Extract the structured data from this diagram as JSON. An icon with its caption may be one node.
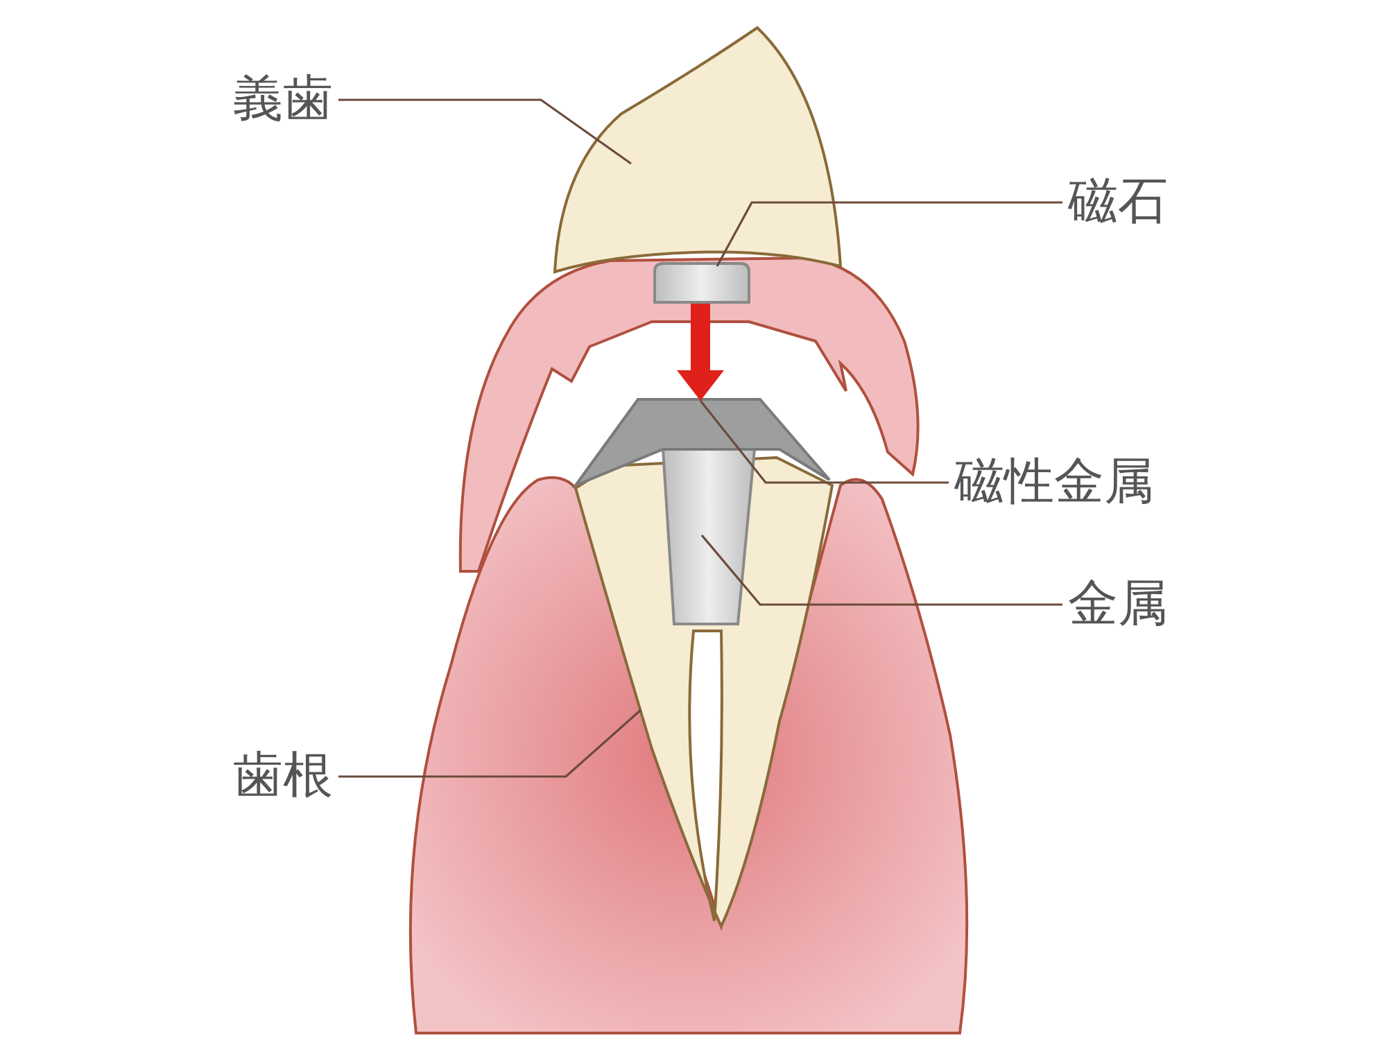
{
  "diagram": {
    "nodes": [
      {
        "text": [
          "義歯"
        ]
      },
      {
        "text": [],
        "shape": "picture"
      },
      {
        "text": [
          "磁石"
        ]
      },
      {
        "text": [],
        "shape": "picture"
      },
      {
        "text": [
          "磁性金属"
        ]
      },
      {
        "text": [],
        "shape": "picture"
      },
      {
        "text": [
          "金属"
        ]
      },
      {
        "text": [],
        "shape": "picture",
        "in": 9
      },
      {
        "text": [
          "歯根"
        ]
      },
      {
        "text": [],
        "shape": "picture"
      }
    ],
    "edges": [
      {
        "from": 0,
        "to": 1,
        "arrow": "none"
      },
      {
        "from": 2,
        "to": 3,
        "arrow": "none"
      },
      {
        "from": 4,
        "to": 5,
        "arrow": "none"
      },
      {
        "from": 6,
        "to": 7,
        "arrow": "none"
      },
      {
        "from": 8,
        "to": 9,
        "arrow": "none"
      },
      {
        "from": 3,
        "to": 5,
        "arrow": "to",
        "style": "thick",
        "color": "#e0201b"
      }
    ]
  }
}
